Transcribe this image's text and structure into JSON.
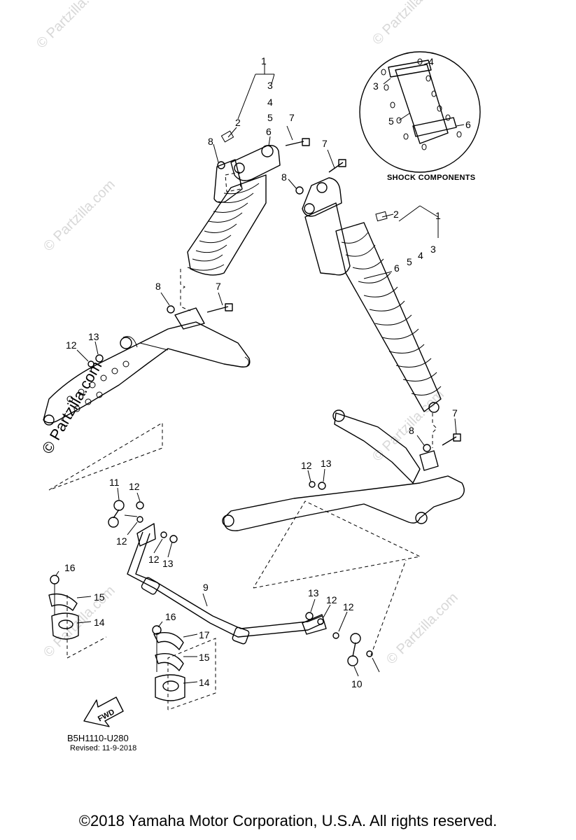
{
  "watermark": {
    "text": "© Partzilla.com"
  },
  "inset": {
    "title": "SHOCK COMPONENTS",
    "callouts": [
      "3",
      "4",
      "5",
      "6"
    ]
  },
  "callouts": {
    "left_shock": {
      "c1": "1",
      "c2": "2",
      "c3": "3",
      "c4": "4",
      "c5": "5",
      "c6": "6",
      "c7": "7",
      "c8": "8"
    },
    "right_shock": {
      "c1": "1",
      "c2": "2",
      "c3": "3",
      "c4": "4",
      "c5": "5",
      "c6": "6",
      "c7": "7",
      "c8": "8"
    },
    "left_arm": {
      "c7": "7",
      "c8": "8",
      "c12": "12",
      "c13": "13"
    },
    "right_arm": {
      "c7": "7",
      "c8": "8",
      "c12": "12",
      "c13": "13"
    },
    "stabilizer": {
      "c9": "9",
      "c10": "10",
      "c11": "11",
      "c12a": "12",
      "c12b": "12",
      "c12c": "12",
      "c12d": "12",
      "c12e": "12",
      "c13a": "13",
      "c13b": "13",
      "c14a": "14",
      "c14b": "14",
      "c15a": "15",
      "c15b": "15",
      "c16a": "16",
      "c16b": "16",
      "c17": "17"
    }
  },
  "fwd_label": "FWD",
  "diagram_code": "B5H1110-U280",
  "revised": "Revised: 11-9-2018",
  "copyright": "©2018  Yamaha Motor Corporation, U.S.A. All rights reserved."
}
